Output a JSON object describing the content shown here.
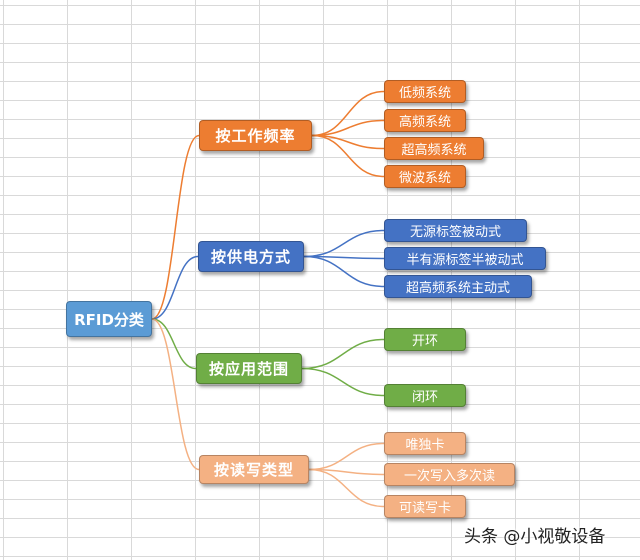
{
  "colors": {
    "root": "#5b9bd5",
    "frequency": "#ed7d31",
    "power": "#4472c4",
    "application": "#70ad47",
    "rw": "#f4b183",
    "grid": "#d9d9d9"
  },
  "diagram": {
    "root": {
      "label": "RFID分类"
    },
    "categories": [
      {
        "id": "frequency",
        "label": "按工作频率",
        "children": [
          "低频系统",
          "高频系统",
          "超高频系统",
          "微波系统"
        ]
      },
      {
        "id": "power",
        "label": "按供电方式",
        "children": [
          "无源标签被动式",
          "半有源标签半被动式",
          "超高频系统主动式"
        ]
      },
      {
        "id": "application",
        "label": "按应用范围",
        "children": [
          "开环",
          "闭环"
        ]
      },
      {
        "id": "rw",
        "label": "按读写类型",
        "children": [
          "唯独卡",
          "一次写入多次读",
          "可读写卡"
        ]
      }
    ]
  },
  "watermark": {
    "text": "头条 @小视敬设备"
  }
}
